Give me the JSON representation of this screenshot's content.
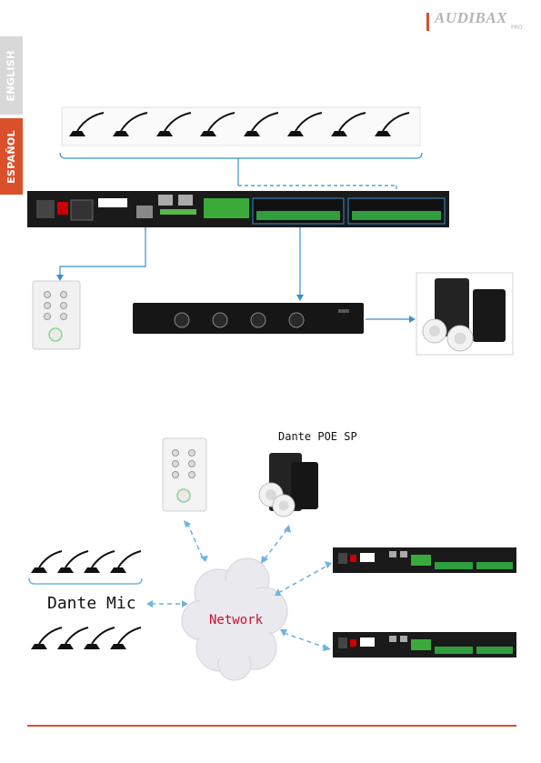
{
  "brand": {
    "logo": "AUDIBAX",
    "logo_sub": "PRO",
    "accent_color": "#d9502b"
  },
  "language_tabs": {
    "english": "ENGLISH",
    "spanish": "ESPAÑOL"
  },
  "diagram2": {
    "speaker_label": "Dante POE SP",
    "mic_label": "Dante Mic",
    "network_label": "Network",
    "network_label_color": "#c8102e",
    "link_color": "#6fb3e0"
  },
  "diagram1": {
    "line_color": "#3a8fcf"
  }
}
